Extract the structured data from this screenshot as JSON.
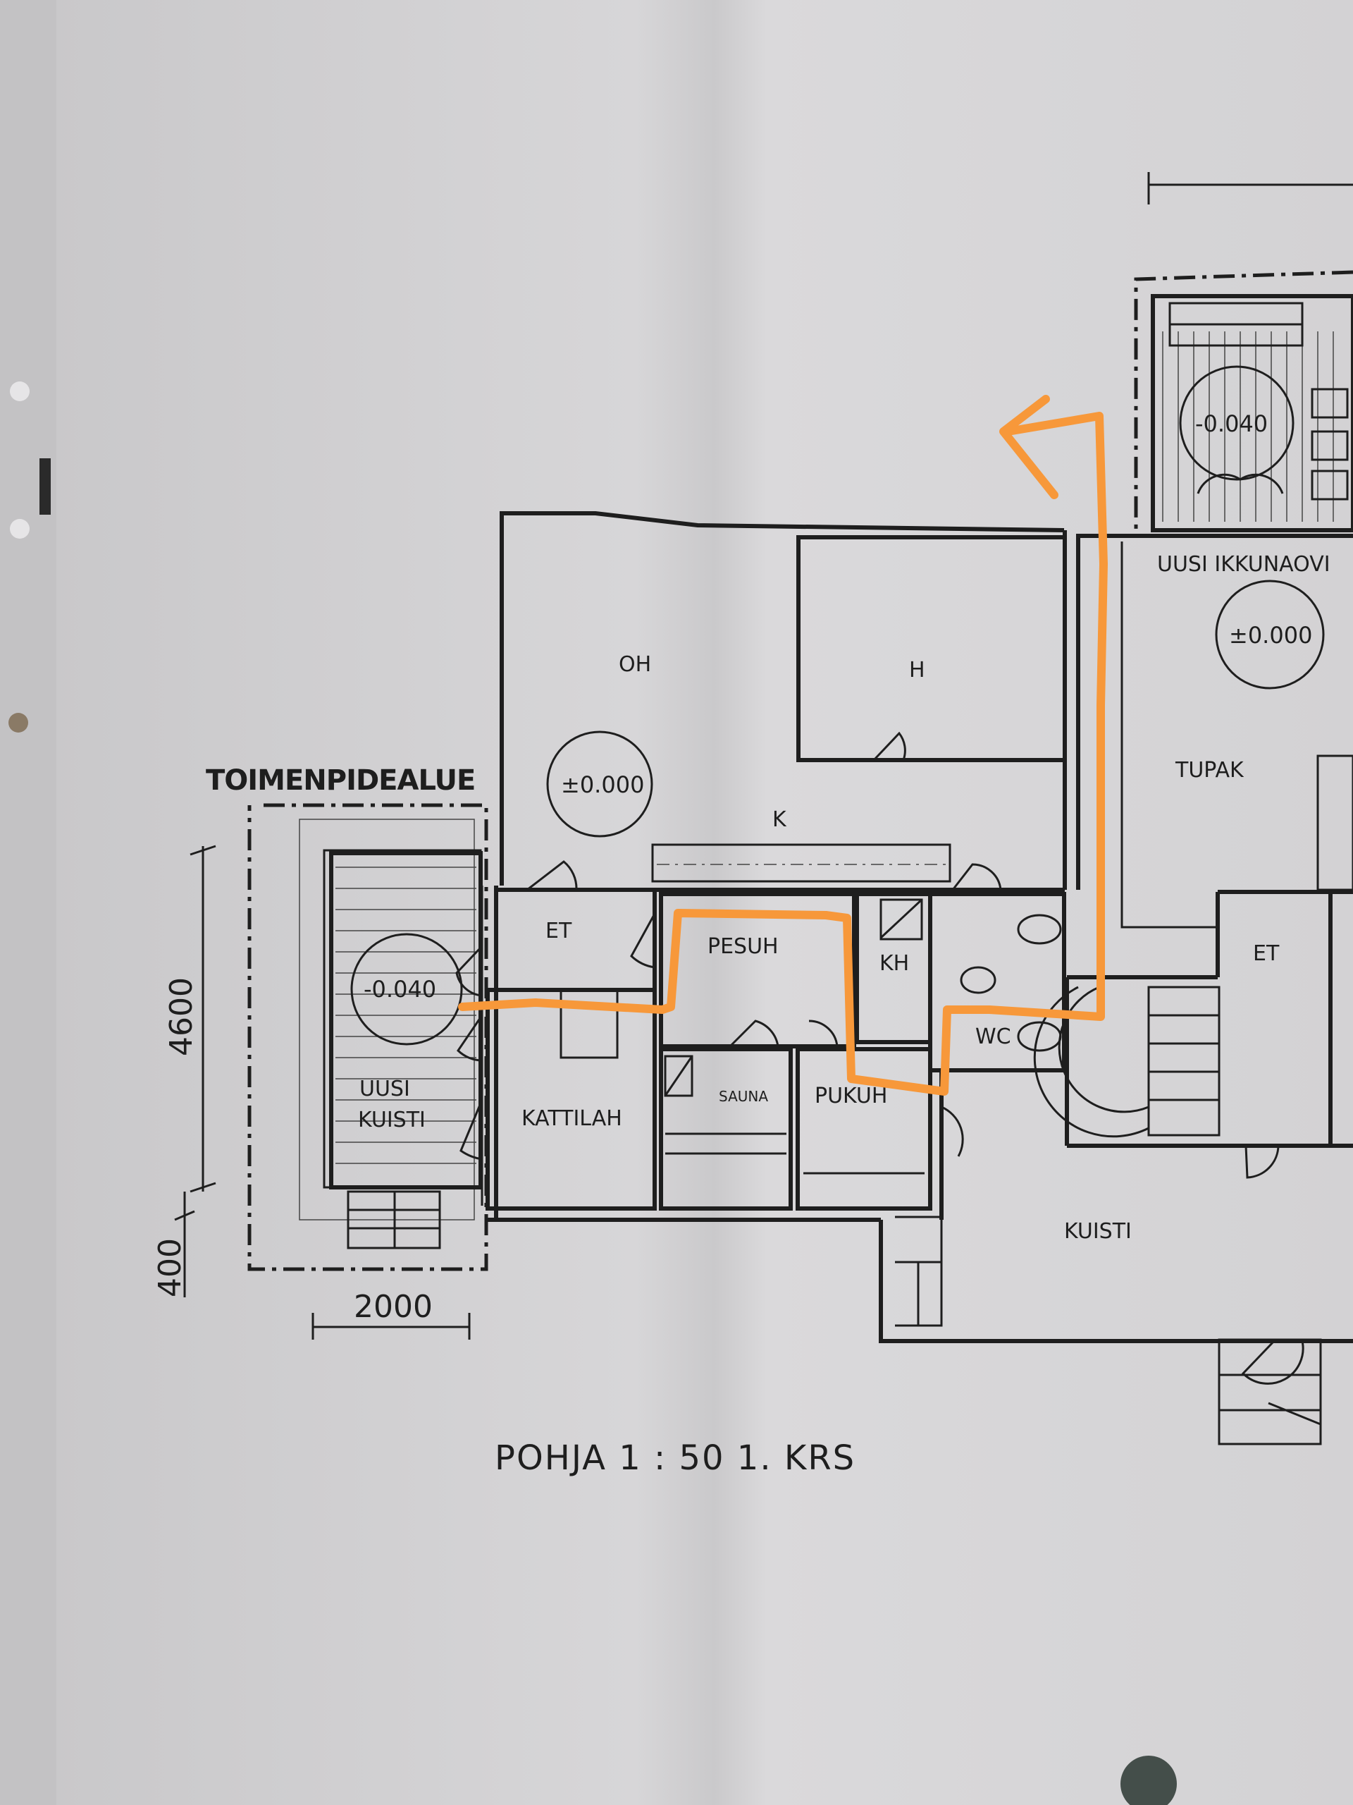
{
  "drawing": {
    "title": "TOIMENPIDEALUE",
    "caption": "POHJA 1 : 50 1. KRS",
    "dimensions": {
      "width_label": "2000",
      "height_label": "4600",
      "step_label": "400"
    },
    "rooms": {
      "oh": "OH",
      "h": "H",
      "k": "K",
      "tupak": "TUPAK",
      "et_left": "ET",
      "et_right": "ET",
      "pesuh": "PESUH",
      "kh": "KH",
      "wc": "WC",
      "sauna": "SAUNA",
      "pukuh": "PUKUH",
      "kattilah": "KATTILAH",
      "kuisti": "KUISTI",
      "uusi_kuisti_1": "UUSI",
      "uusi_kuisti_2": "KUISTI",
      "uusi_ikkunaovi": "UUSI IKKUNAOVI"
    },
    "levels": {
      "oh": "±0.000",
      "tupak": "±0.000",
      "uusi_kuisti": "-0.040",
      "top_terrace": "-0.040"
    },
    "annotation": {
      "path_color": "#f7983a"
    }
  }
}
